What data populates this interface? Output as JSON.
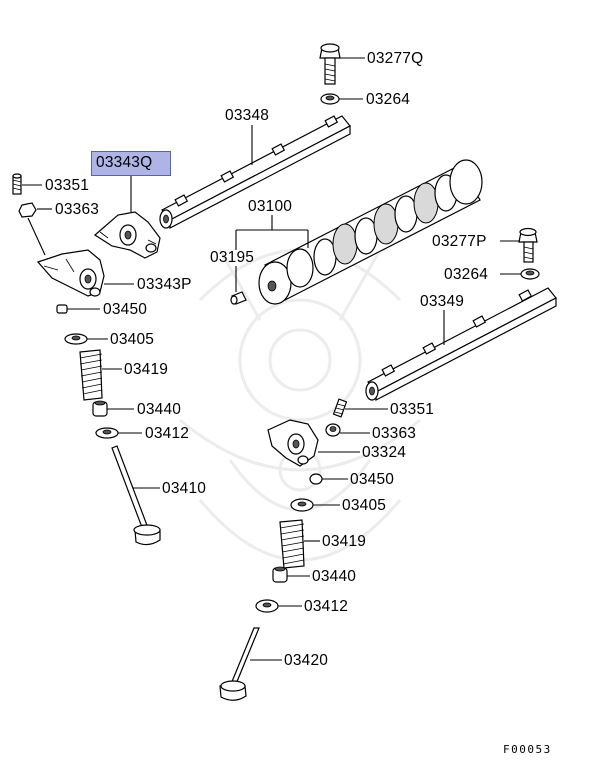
{
  "diagram": {
    "highlighted_part": "03343Q",
    "highlight_color": "#aeb4e6",
    "figure_ref": "F00053",
    "callouts": {
      "c03277Q": "03277Q",
      "c03264_top": "03264",
      "c03348": "03348",
      "c03343Q": "03343Q",
      "c03351_left": "03351",
      "c03363_left": "03363",
      "c03343P": "03343P",
      "c03450_left": "03450",
      "c03405_left": "03405",
      "c03419_left": "03419",
      "c03440_left": "03440",
      "c03412_left": "03412",
      "c03410": "03410",
      "c03100": "03100",
      "c03195": "03195",
      "c03277P": "03277P",
      "c03264_right": "03264",
      "c03349": "03349",
      "c03351_right": "03351",
      "c03363_right": "03363",
      "c03324": "03324",
      "c03450_right": "03450",
      "c03405_right": "03405",
      "c03419_right": "03419",
      "c03440_right": "03440",
      "c03412_right": "03412",
      "c03420": "03420"
    }
  }
}
